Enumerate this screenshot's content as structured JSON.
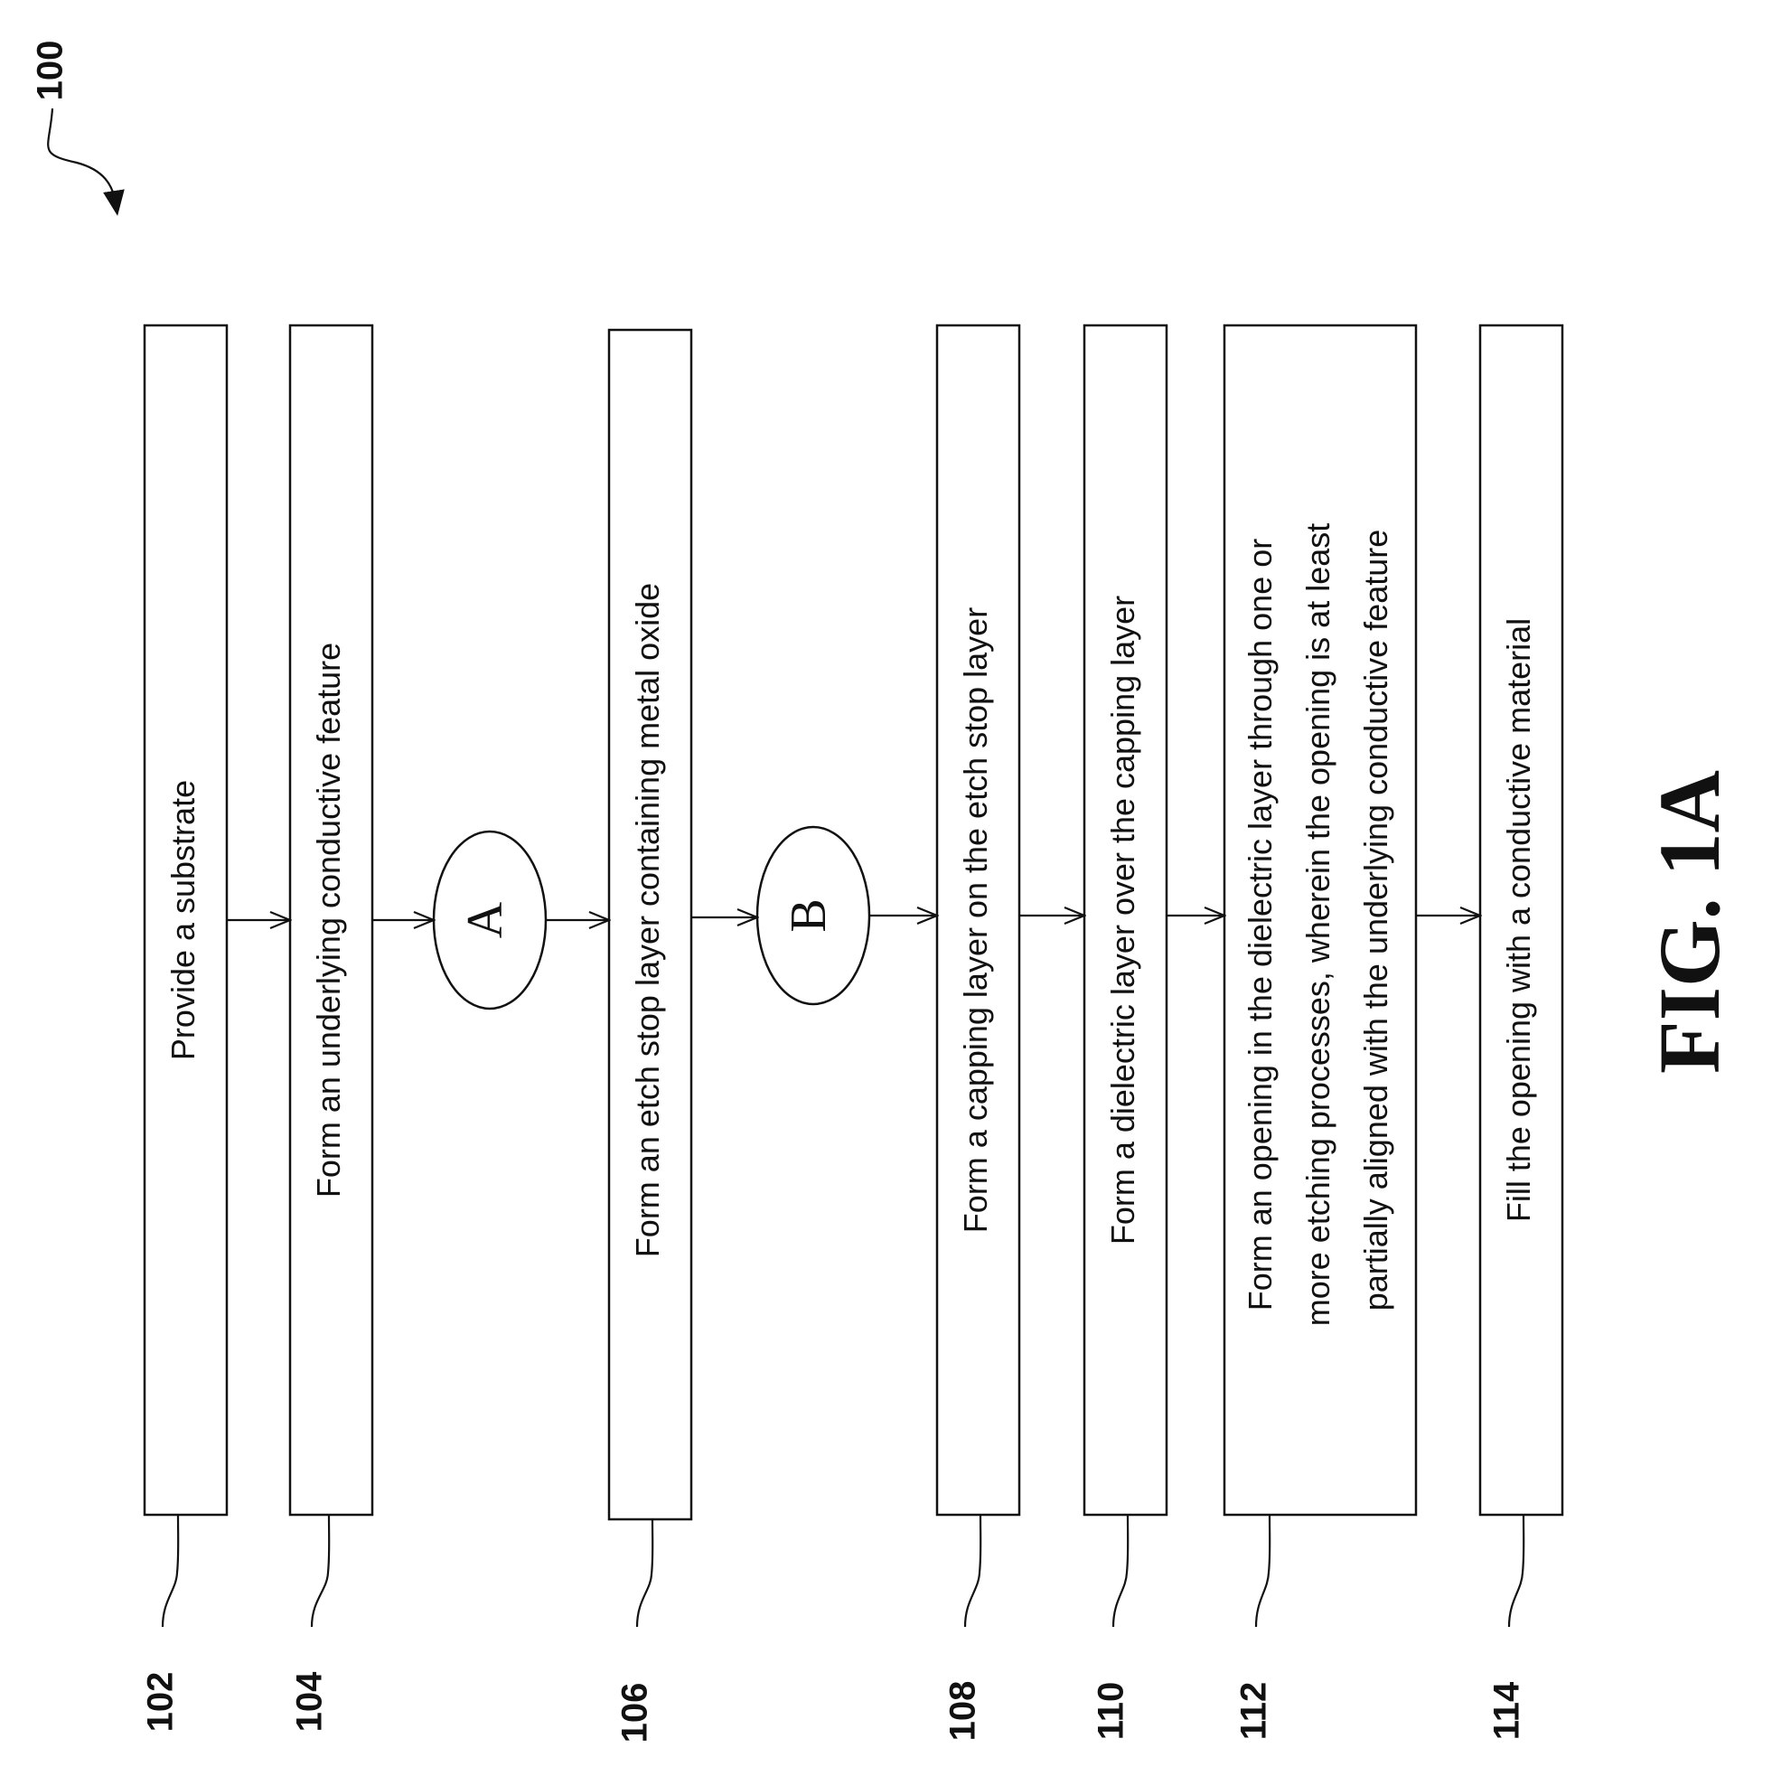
{
  "figure": {
    "number": "100",
    "caption": "FIG. 1A"
  },
  "steps": [
    {
      "ref": "102",
      "lines": [
        "Provide a substrate"
      ]
    },
    {
      "ref": "104",
      "lines": [
        "Form an underlying conductive feature"
      ]
    },
    {
      "ref": "106",
      "lines": [
        "Form an etch stop layer containing metal oxide"
      ]
    },
    {
      "ref": "108",
      "lines": [
        "Form a capping layer on the etch stop layer"
      ]
    },
    {
      "ref": "110",
      "lines": [
        "Form a dielectric layer over the capping layer"
      ]
    },
    {
      "ref": "112",
      "lines": [
        "Form an opening in the dielectric layer through one or",
        "more etching processes, wherein the opening is at least",
        "partially aligned with the underlying conductive feature"
      ]
    },
    {
      "ref": "114",
      "lines": [
        "Fill the opening with a conductive material"
      ]
    }
  ],
  "connectors": [
    {
      "label": "A"
    },
    {
      "label": "B"
    }
  ]
}
